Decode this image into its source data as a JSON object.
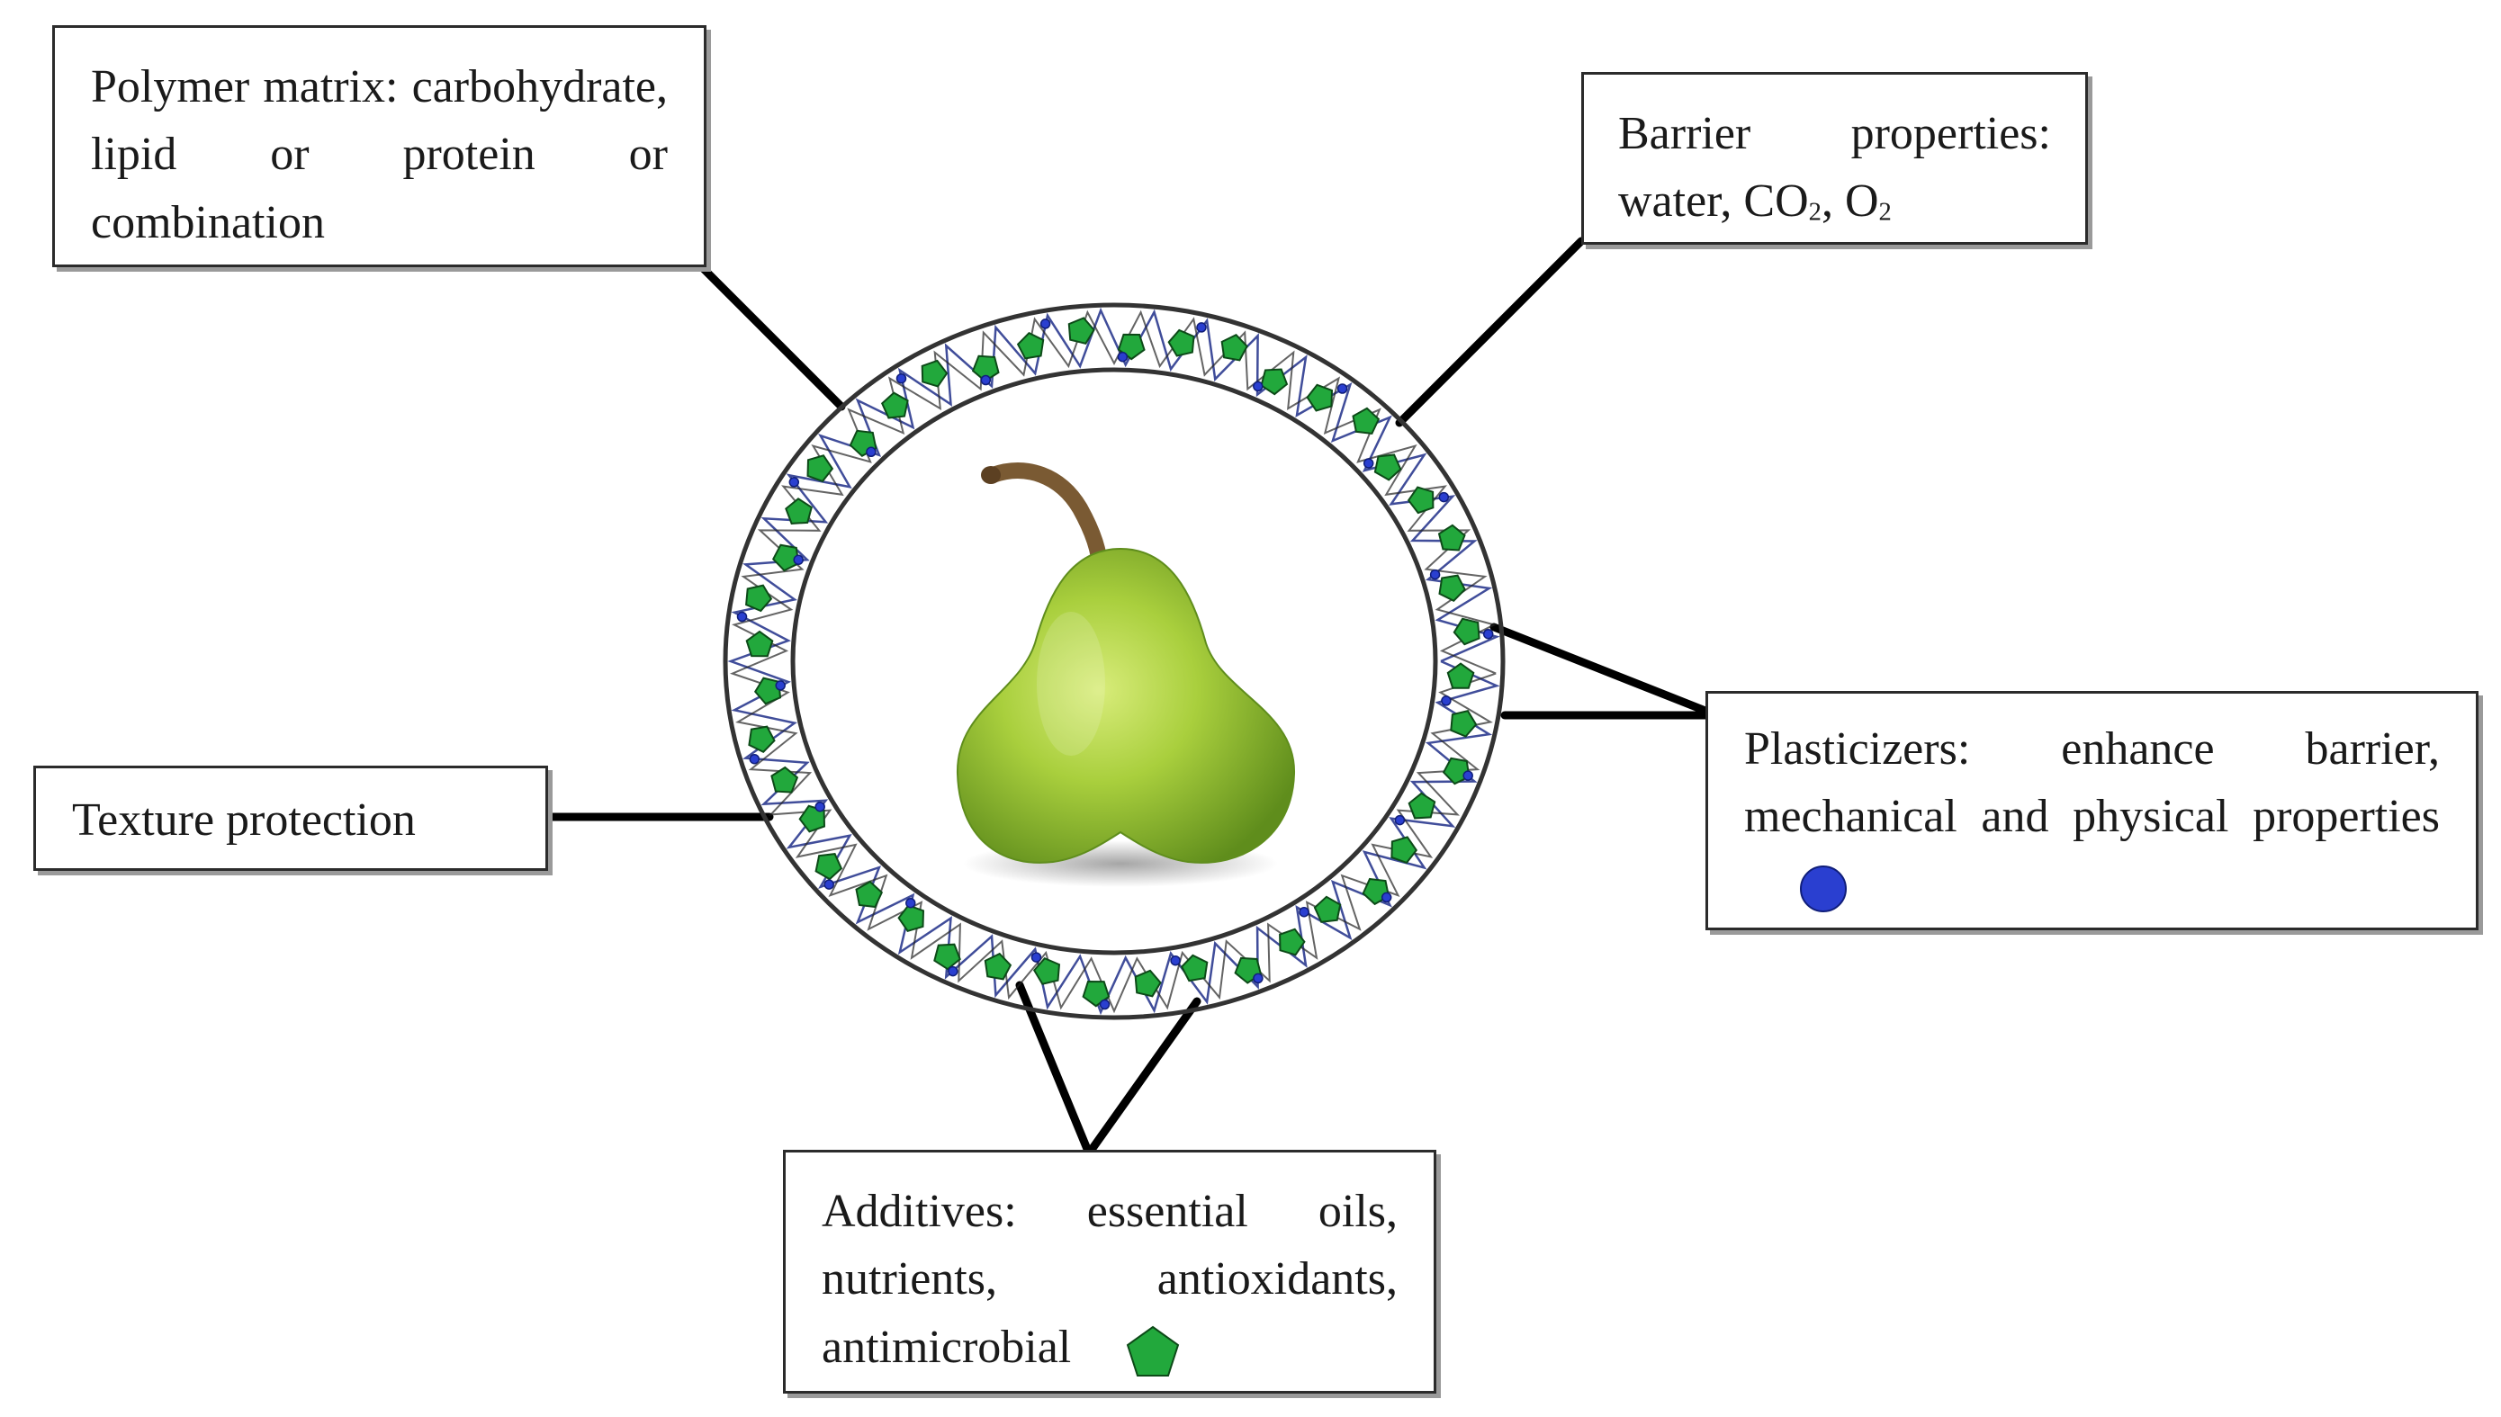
{
  "labels": {
    "polymer": "Polymer matrix: carbohydrate, lipid or protein or combination",
    "barrier_text": "Barrier properties: water, CO",
    "barrier_sub1": "2",
    "barrier_mid": ", O",
    "barrier_sub2": "2",
    "plasticizers": "Plasticizers: enhance barrier, mechanical and physical properties",
    "texture": "Texture protection",
    "additives": "Additives: essential oils, nutrients, antioxidants, antimicrobial"
  },
  "symbols": {
    "plasticizer_symbol": "blue-circle",
    "additive_symbol": "green-pentagon"
  },
  "colors": {
    "plasticizer": "#2a3fd0",
    "additive": "#1fa23a",
    "pear": "#9cc43a",
    "stem": "#7a5a33"
  }
}
